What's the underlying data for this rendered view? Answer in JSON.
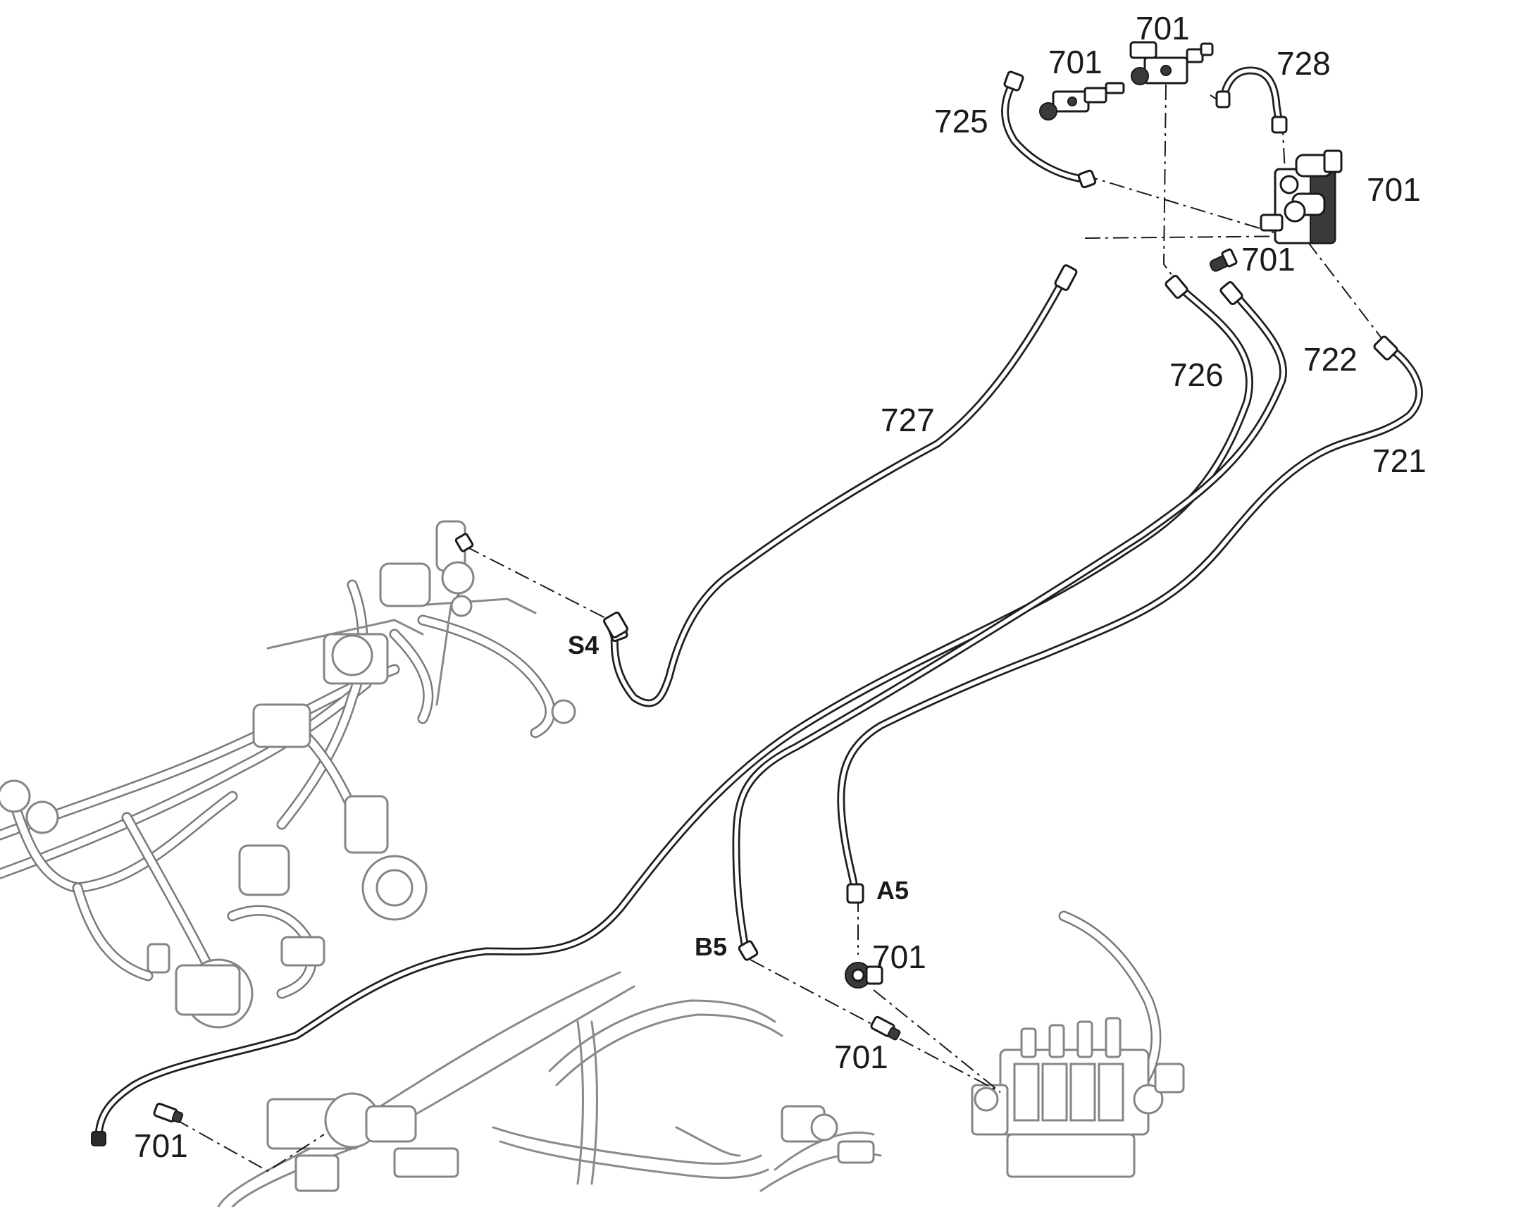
{
  "callouts": {
    "c701_valve_top": "701",
    "c701_valve_left": "701",
    "c725": "725",
    "c728": "728",
    "c701_block": "701",
    "c701_elbow": "701",
    "c727": "727",
    "c726": "726",
    "c722": "722",
    "c721": "721",
    "c701_a5_fitting": "701",
    "c701_b5_fitting": "701",
    "c701_bottom_left": "701"
  },
  "ports": {
    "s4": "S4",
    "a5": "A5",
    "b5": "B5"
  }
}
